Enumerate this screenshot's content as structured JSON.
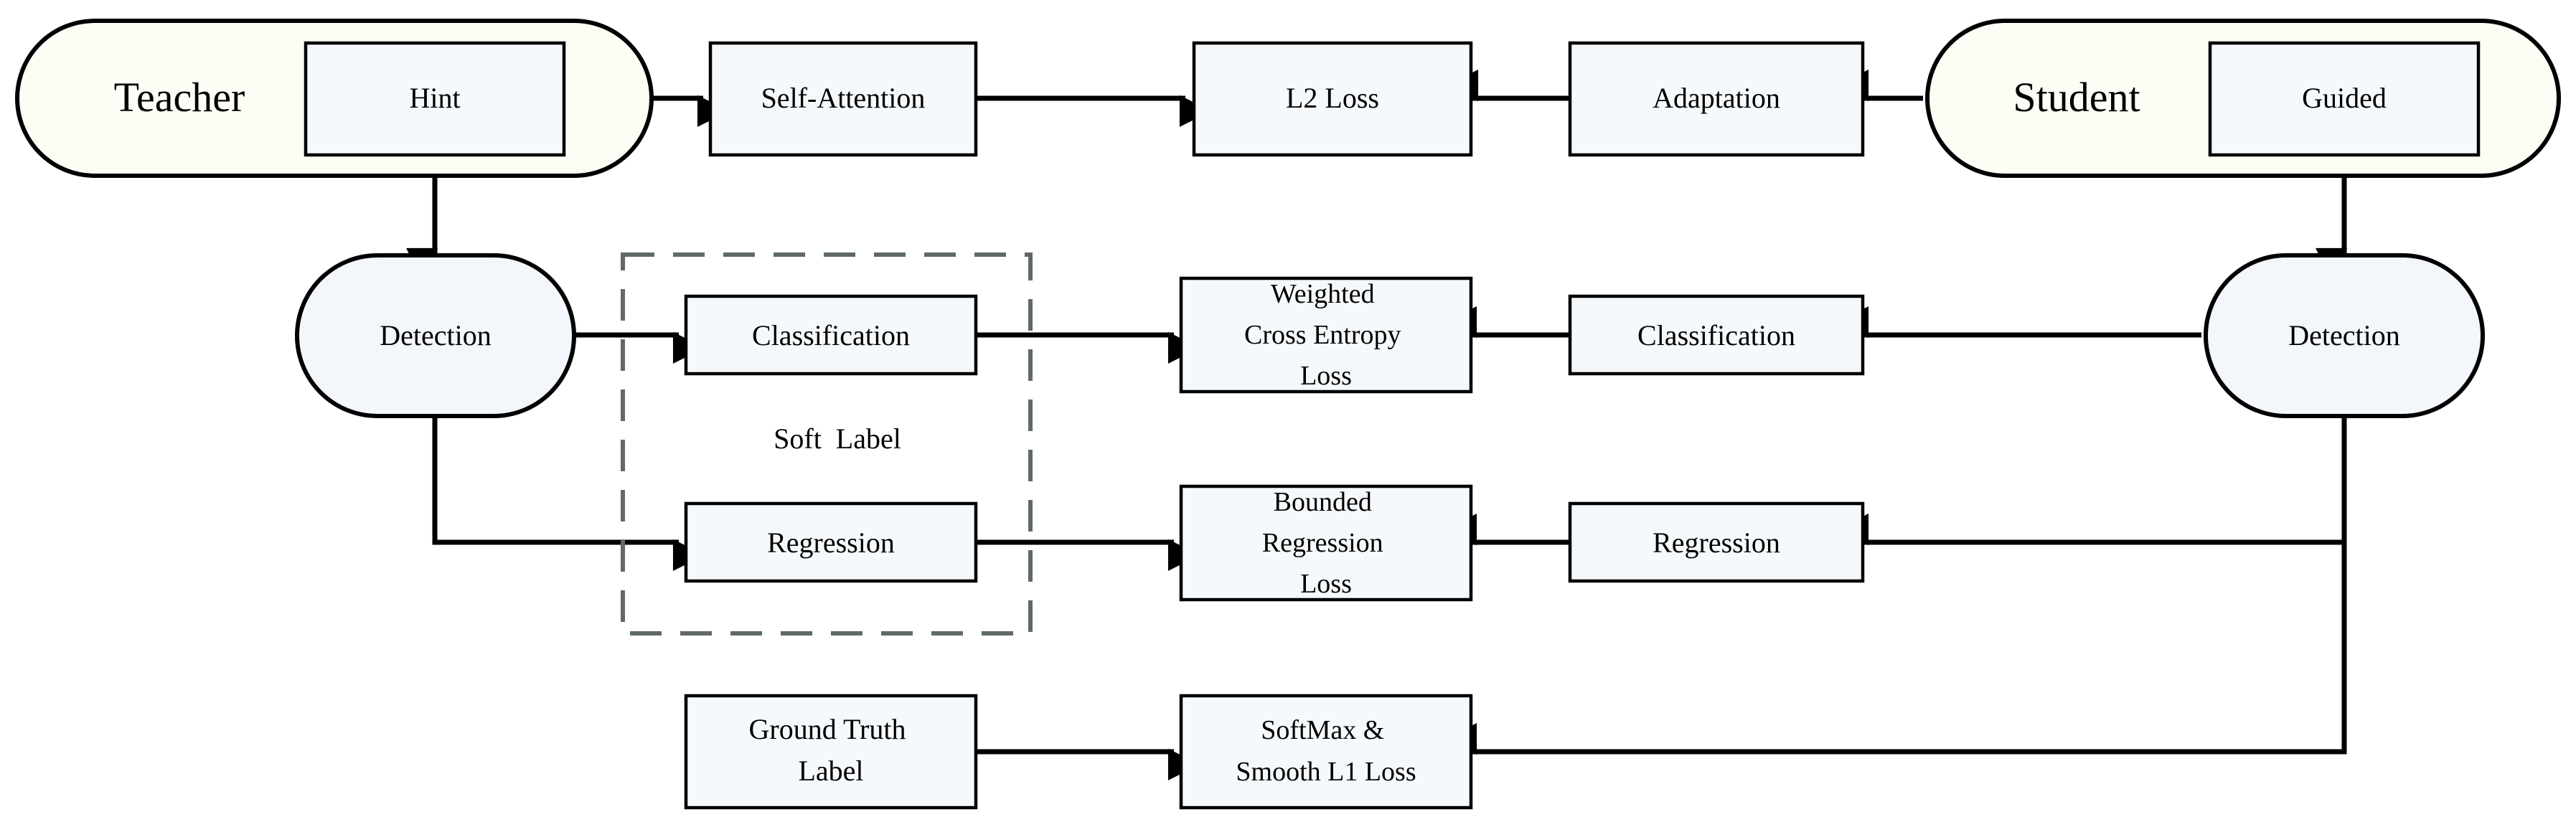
{
  "teacher": {
    "label": "Teacher",
    "hint": "Hint",
    "detection": "Detection"
  },
  "student": {
    "label": "Student",
    "guided": "Guided",
    "detection": "Detection"
  },
  "feature_path": {
    "self_attention": "Self-Attention",
    "l2_loss": "L2 Loss",
    "adaptation": "Adaptation"
  },
  "soft_label": {
    "title": "Soft  Label",
    "classification": "Classification",
    "regression": "Regression"
  },
  "student_heads": {
    "classification": "Classification",
    "regression": "Regression"
  },
  "losses": {
    "weighted_ce": [
      "Weighted",
      "Cross Entropy",
      "Loss"
    ],
    "bounded_reg": [
      "Bounded",
      "Regression",
      "Loss"
    ],
    "softmax_smooth": [
      "SoftMax &",
      "Smooth L1 Loss"
    ]
  },
  "ground_truth": [
    "Ground Truth",
    "Label"
  ],
  "colors": {
    "box_fill": "#f6f9fc",
    "pill_fill": "#fdfcf5",
    "detection_fill": "#f3f6fb",
    "dashed_border": "#5f6b62",
    "stroke": "#000000"
  }
}
